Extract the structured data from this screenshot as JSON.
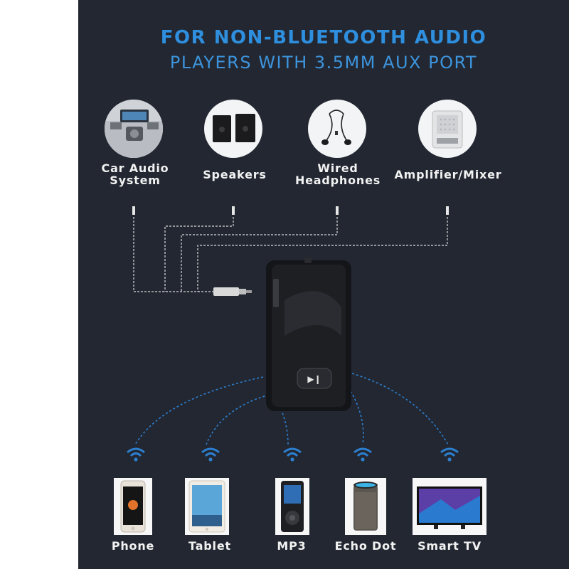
{
  "header": {
    "line1": "FOR NON-BLUETOOTH AUDIO",
    "line2": "PLAYERS WITH 3.5MM AUX PORT"
  },
  "outputs": [
    {
      "line1": "Car Audio",
      "line2": "System",
      "icon": "car-dashboard"
    },
    {
      "line1": "Speakers",
      "line2": "",
      "icon": "speakers"
    },
    {
      "line1": "Wired",
      "line2": "Headphones",
      "icon": "earphones"
    },
    {
      "line1": "Amplifier/Mixer",
      "line2": "",
      "icon": "amplifier"
    }
  ],
  "devices": [
    {
      "label": "Phone",
      "icon": "phone"
    },
    {
      "label": "Tablet",
      "icon": "tablet"
    },
    {
      "label": "MP3",
      "icon": "mp3-player"
    },
    {
      "label": "Echo Dot",
      "icon": "smart-speaker"
    },
    {
      "label": "Smart TV",
      "icon": "tv"
    }
  ],
  "receiver": {
    "button_icon": "play-pause-icon"
  },
  "colors": {
    "panel": "#222731",
    "accent_blue": "#2f8fdf",
    "wire": "#d8d8d8",
    "signal_arc": "#2d7fd0",
    "label": "#f2f2f2"
  }
}
